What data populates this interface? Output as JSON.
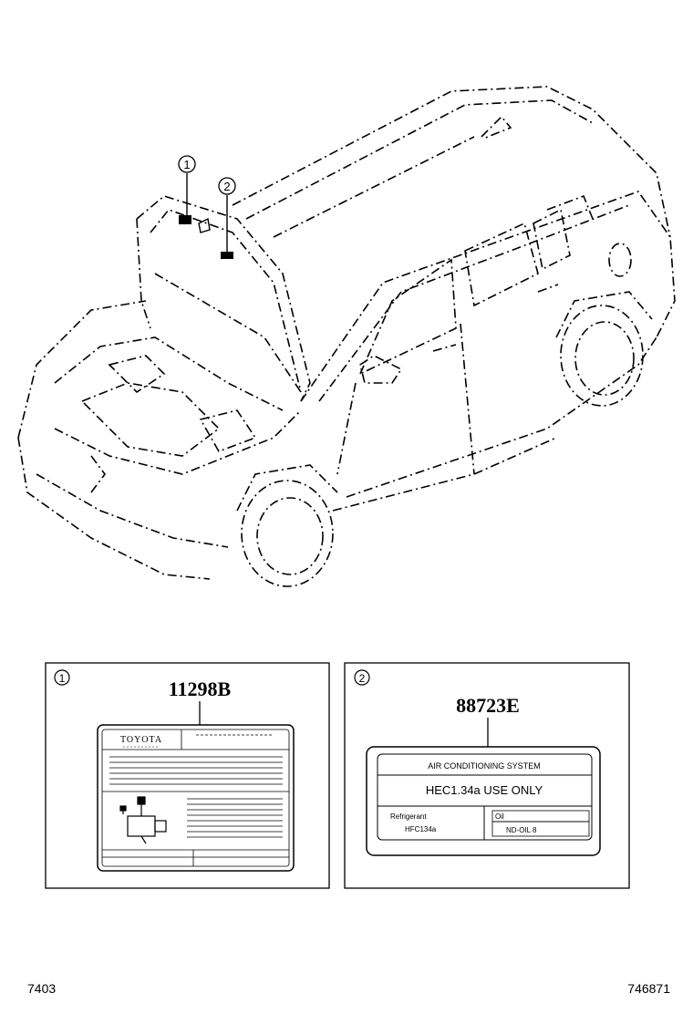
{
  "callouts": {
    "one": "①",
    "two": "②"
  },
  "panel1": {
    "callout": "①",
    "part_number": "11298B",
    "brand": "TOYOTA"
  },
  "panel2": {
    "callout": "②",
    "part_number": "88723E",
    "header": "AIR CONDITIONING SYSTEM",
    "main_text": "HEC1.34a USE ONLY",
    "refrigerant_label": "Refrigerant",
    "refrigerant_value": "HFC134a",
    "oil_label": "Oil",
    "oil_value": "ND-OIL 8"
  },
  "footer": {
    "left": "7403",
    "right": "746871"
  }
}
